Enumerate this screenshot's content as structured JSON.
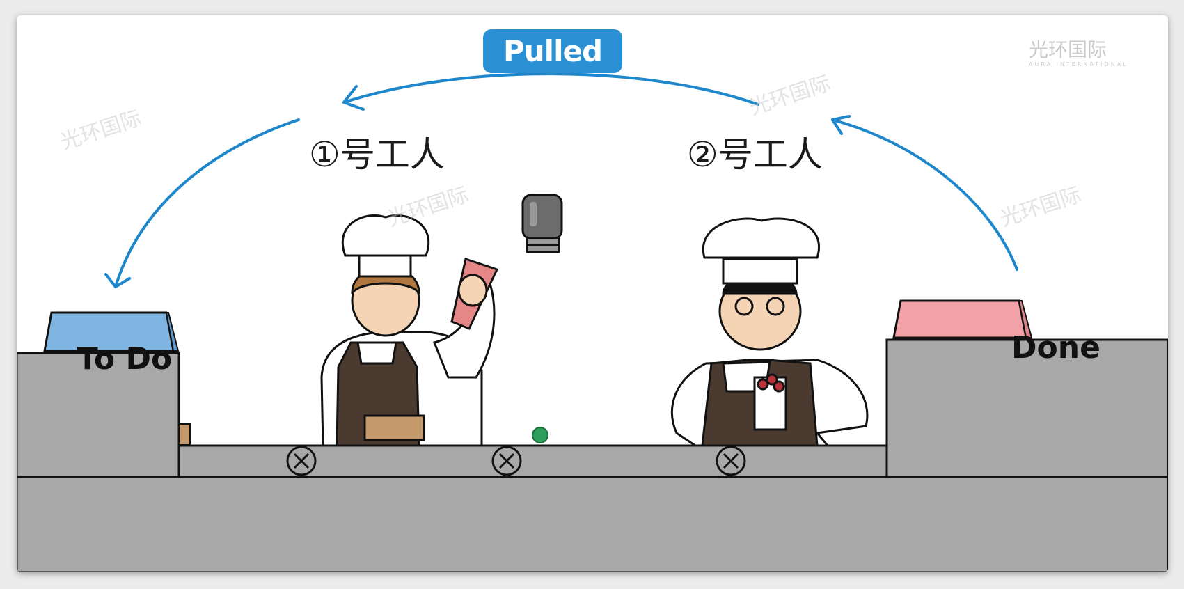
{
  "badge": {
    "label": "Pulled",
    "color": "#2b8fd4"
  },
  "workers": [
    {
      "label": "①号工人"
    },
    {
      "label": "②号工人"
    }
  ],
  "signs": {
    "todo": {
      "label": "To Do",
      "color": "#7fb5e0"
    },
    "done": {
      "label": "Done",
      "color": "#f2a1a6"
    }
  },
  "brand": {
    "name": "光环国际",
    "sub": "AURA INTERNATIONAL"
  },
  "watermark": "光环国际",
  "colors": {
    "arrow": "#1e87cc",
    "counter": "#a8a8a8",
    "apron": "#4a3a30"
  }
}
